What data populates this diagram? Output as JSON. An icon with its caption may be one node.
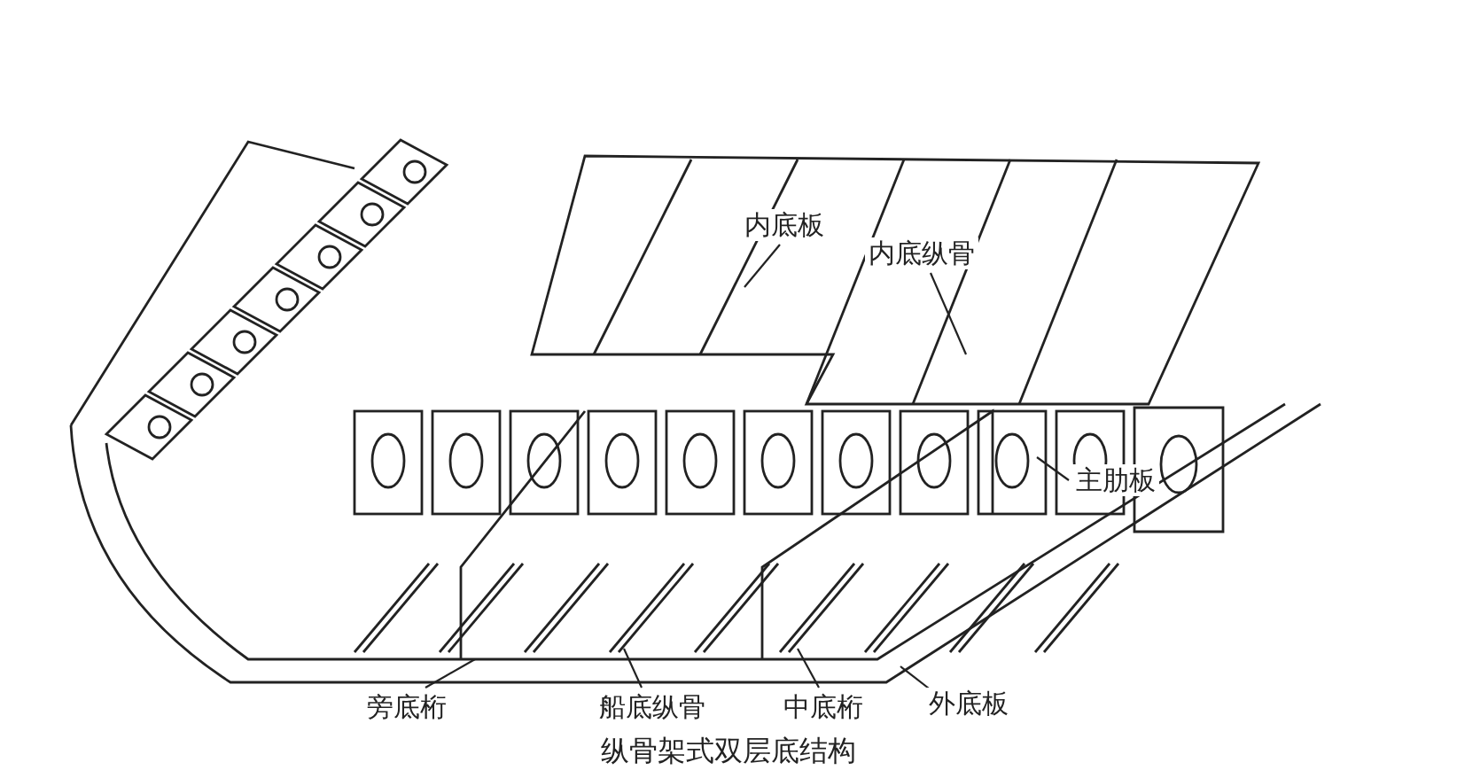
{
  "diagram": {
    "caption": "纵骨架式双层底结构",
    "nodes": [
      {
        "text": [
          "内底板"
        ]
      },
      {
        "text": [
          "内底纵骨"
        ]
      },
      {
        "text": [
          "主肋板"
        ]
      },
      {
        "text": [
          "旁底桁"
        ]
      },
      {
        "text": [
          "船底纵骨"
        ]
      },
      {
        "text": [
          "中底桁"
        ]
      },
      {
        "text": [
          "外底板"
        ]
      }
    ],
    "edges": [
      {
        "from": 0,
        "to": null,
        "arrow": "none"
      },
      {
        "from": 1,
        "to": null,
        "arrow": "none"
      },
      {
        "from": 2,
        "to": null,
        "arrow": "none"
      },
      {
        "from": 3,
        "to": null,
        "arrow": "none"
      },
      {
        "from": 4,
        "to": null,
        "arrow": "none"
      },
      {
        "from": 5,
        "to": null,
        "arrow": "none"
      },
      {
        "from": 6,
        "to": null,
        "arrow": "none"
      }
    ]
  }
}
